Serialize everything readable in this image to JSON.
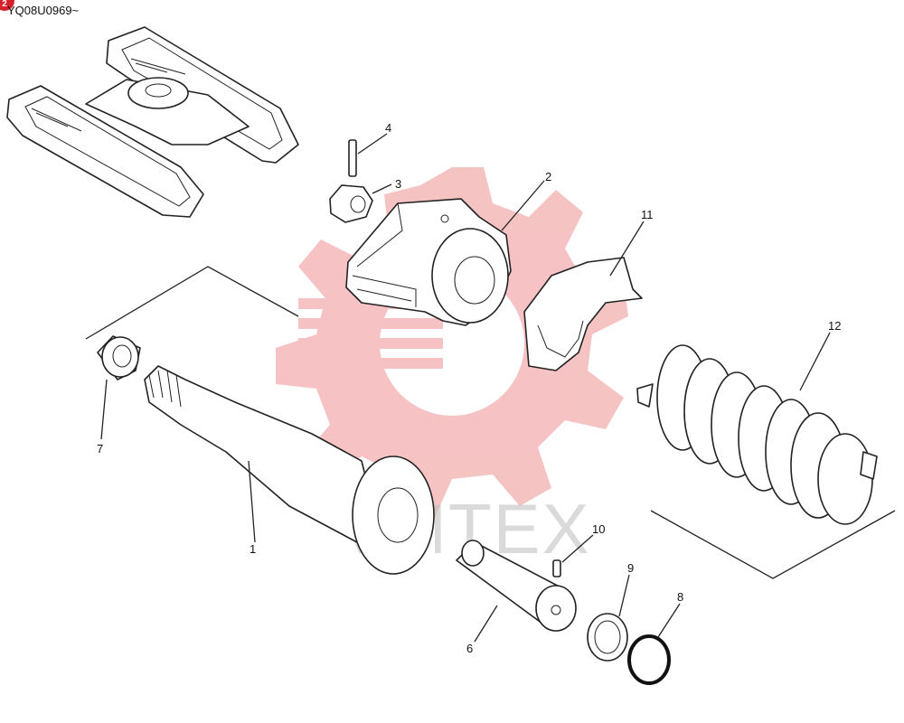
{
  "header": {
    "badge": "2",
    "code": "YQ08U0969~"
  },
  "watermark": {
    "text": "VMTEX",
    "gear_color": "#f2a9ab"
  },
  "callouts": [
    {
      "id": "c1",
      "label": "1"
    },
    {
      "id": "c2",
      "label": "2"
    },
    {
      "id": "c3",
      "label": "3"
    },
    {
      "id": "c4",
      "label": "4"
    },
    {
      "id": "c6",
      "label": "6"
    },
    {
      "id": "c7",
      "label": "7"
    },
    {
      "id": "c8",
      "label": "8"
    },
    {
      "id": "c9",
      "label": "9"
    },
    {
      "id": "c10",
      "label": "10"
    },
    {
      "id": "c11",
      "label": "11"
    },
    {
      "id": "c12",
      "label": "12"
    }
  ]
}
